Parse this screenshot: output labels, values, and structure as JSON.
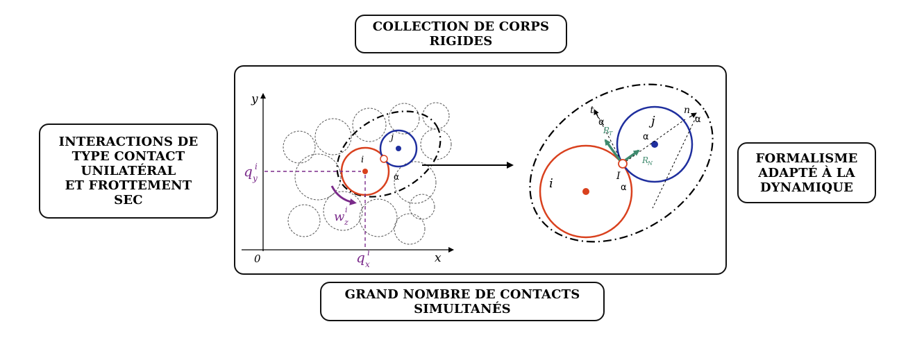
{
  "boxes": {
    "top": [
      "COLLECTION DE CORPS",
      "RIGIDES"
    ],
    "left": [
      "INTERACTIONS DE",
      "TYPE CONTACT",
      "UNILATÉRAL",
      "ET FROTTEMENT",
      "SEC"
    ],
    "right": [
      "FORMALISME",
      "ADAPTÉ À LA",
      "DYNAMIQUE"
    ],
    "bottom": [
      "GRAND NOMBRE DE CONTACTS",
      "SIMULTANÉS"
    ]
  },
  "left_plot": {
    "y_axis": "y",
    "x_axis": "x",
    "origin": "0",
    "qy": "q",
    "qy_sub": "y",
    "qy_sup": "i",
    "qx": "q",
    "qx_sub": "x",
    "qx_sup": "i",
    "wz": "w",
    "wz_sub": "z",
    "wz_sup": "i",
    "body_i": "i",
    "body_j": "j",
    "alpha": "α"
  },
  "right_plot": {
    "body_i": "i",
    "body_j": "j",
    "contact": "I",
    "t_vec": "t",
    "n_vec": "n",
    "RT": "R",
    "RT_sub": "T",
    "RN": "R",
    "RN_sub": "N",
    "alpha": "α"
  },
  "colors": {
    "body_i": "#d9411e",
    "body_j": "#1f2f9e",
    "force": "#3f8a6e",
    "purple": "#7a2a8a"
  }
}
